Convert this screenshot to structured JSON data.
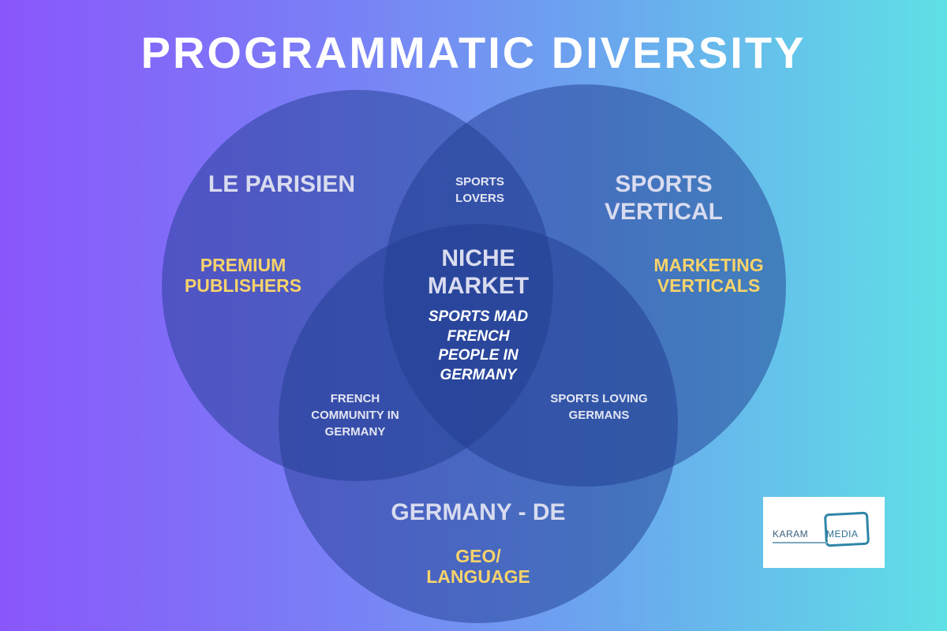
{
  "title": "PROGRAMMATIC DIVERSITY",
  "circles": [
    {
      "id": "le-parisien",
      "heading": [
        "LE PARISIEN"
      ],
      "subheading": [
        "PREMIUM",
        "PUBLISHERS"
      ]
    },
    {
      "id": "sports-vertical",
      "heading": [
        "SPORTS",
        "VERTICAL"
      ],
      "subheading": [
        "MARKETING",
        "VERTICALS"
      ]
    },
    {
      "id": "germany",
      "heading": [
        "GERMANY - DE"
      ],
      "subheading": [
        "GEO/",
        "LANGUAGE"
      ]
    }
  ],
  "overlaps": {
    "parisien_sports": [
      "SPORTS",
      "LOVERS"
    ],
    "parisien_germany": [
      "FRENCH",
      "COMMUNITY IN",
      "GERMANY"
    ],
    "sports_germany": [
      "SPORTS LOVING",
      "GERMANS"
    ]
  },
  "center": {
    "heading": [
      "NICHE",
      "MARKET"
    ],
    "subheading": [
      "SPORTS MAD",
      "FRENCH",
      "PEOPLE IN",
      "GERMANY"
    ]
  },
  "logo": {
    "left": "KARAM",
    "right": "MEDIA"
  },
  "colors": {
    "circle_fill": "#1f3c8f",
    "heading_text": "#d9dcef",
    "highlight_text": "#f7d36b"
  }
}
